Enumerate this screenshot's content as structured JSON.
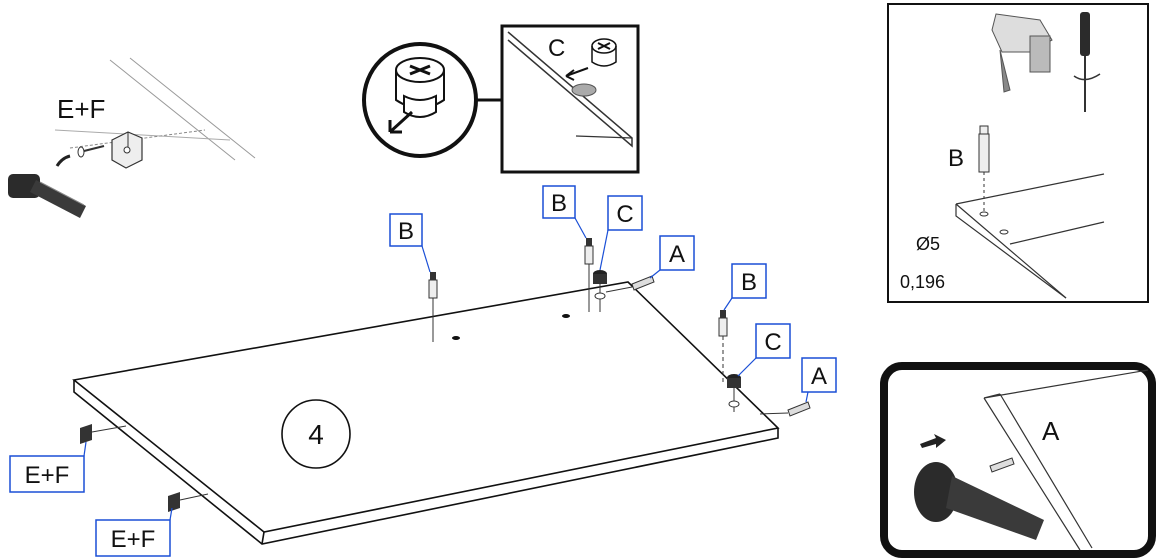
{
  "colors": {
    "label_box_stroke": "#1a4fd6",
    "line": "#222222",
    "panel_fill": "#ffffff",
    "dark_tool": "#2b2b2b"
  },
  "top_left_detail": {
    "label": "E+F"
  },
  "cam_detail": {
    "label": "C"
  },
  "drill_panel": {
    "label": "B",
    "diameter": "Ø5",
    "inches": "0,196"
  },
  "dowel_panel": {
    "label": "A"
  },
  "step": {
    "number": "4"
  },
  "callouts": {
    "b_left": "B",
    "b_mid": "B",
    "c_mid": "C",
    "a_mid": "A",
    "b_right": "B",
    "c_right": "C",
    "a_right": "A",
    "ef_left": "E+F",
    "ef_bottom": "E+F"
  }
}
